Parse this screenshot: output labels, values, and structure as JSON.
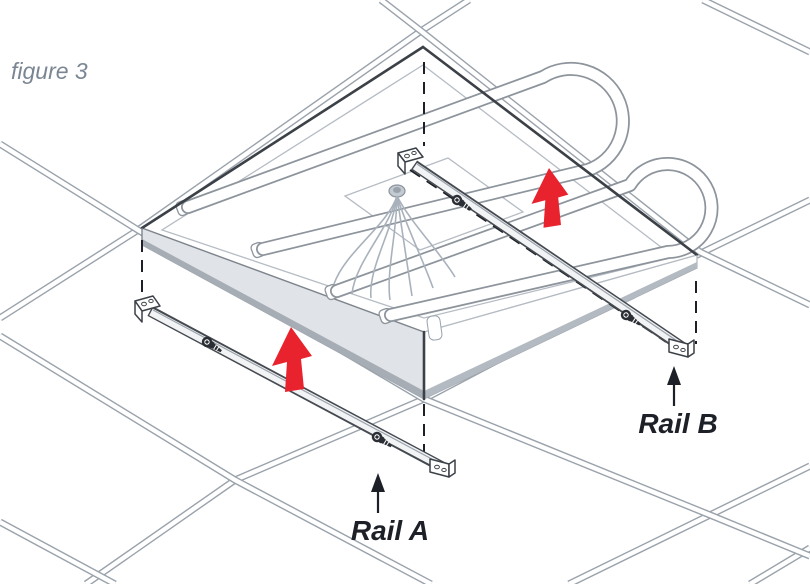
{
  "figure": {
    "caption": "figure 3"
  },
  "parts": {
    "rail_a": {
      "label": "Rail A"
    },
    "rail_b": {
      "label": "Rail B"
    }
  },
  "colors": {
    "background": "#ffffff",
    "arrow_red": "#e8232e",
    "label_text": "#1d2127",
    "caption_text": "#7b8694",
    "grid_line": "#9aa2ab",
    "fixture_outline": "#3c4147",
    "panel_gray": "#e0e3e7",
    "flange_gray": "#a6adb5",
    "tube_outline": "#8d949c",
    "wire_gray": "#a9b2bc",
    "screw_dark": "#2b2f35"
  },
  "icons": {
    "red_up_arrow": "lift-direction-arrow",
    "label_arrow": "pointer-arrow-up",
    "screw": "mounting-screw",
    "dashed_vertical": "alignment-guide-line",
    "dashed_leader": "screw-alignment-line"
  }
}
